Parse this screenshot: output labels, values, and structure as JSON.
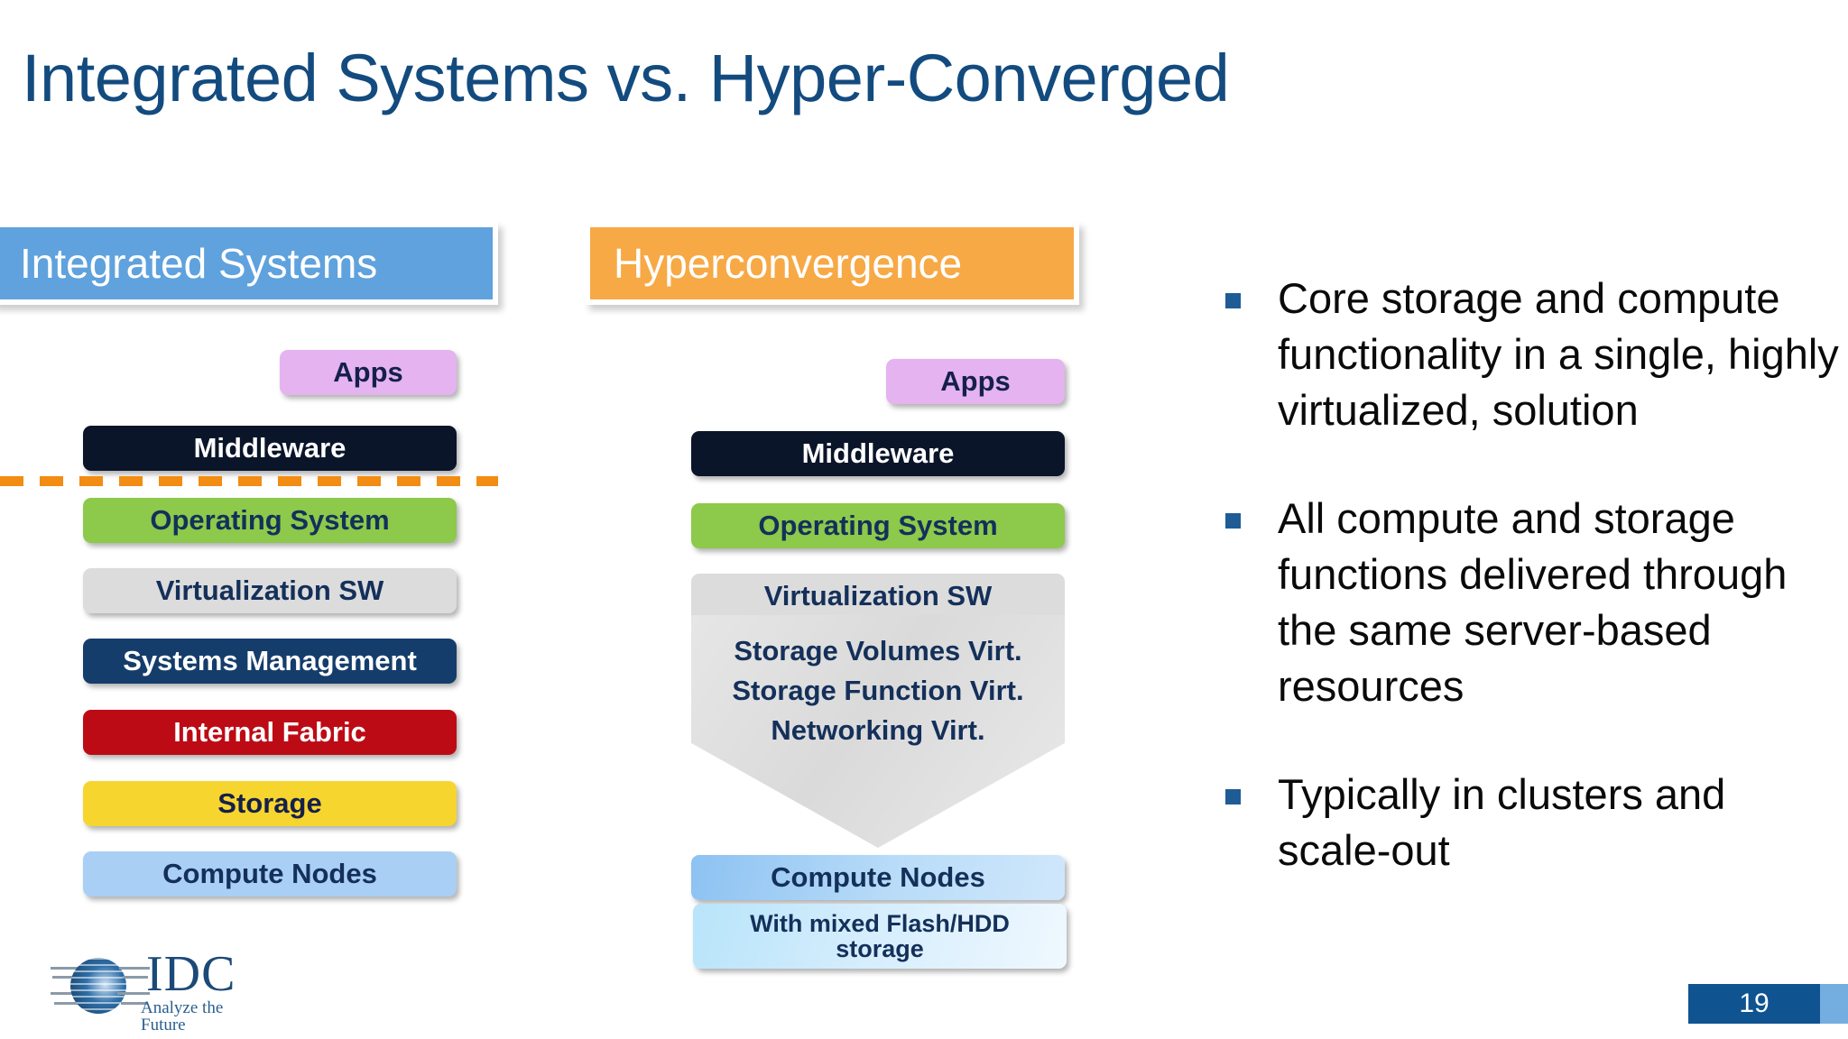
{
  "slide": {
    "title": "Integrated Systems vs. Hyper-Converged",
    "page_number": "19",
    "accent_title_color": "#134b7f",
    "accent_badge_color": "#0f5390"
  },
  "columns": [
    {
      "header": {
        "label": "Integrated Systems",
        "fill_color": "#5fa2dd"
      },
      "divider": {
        "name": "orange-dashed-divider",
        "color": "#f28c12"
      },
      "rows": [
        {
          "label": "Apps",
          "type": "apps",
          "color": "#e4b3f0"
        },
        {
          "label": "Middleware",
          "type": "middle",
          "color": "#0b1529"
        },
        {
          "label": "Operating System",
          "type": "os",
          "color": "#8dc94a"
        },
        {
          "label": "Virtualization SW",
          "type": "virt",
          "color": "#dcdcdc"
        },
        {
          "label": "Systems Management",
          "type": "sysmgmt",
          "color": "#153d6b"
        },
        {
          "label": "Internal Fabric",
          "type": "fabric",
          "color": "#bd0b15"
        },
        {
          "label": "Storage",
          "type": "storage",
          "color": "#f7d52f"
        },
        {
          "label": "Compute Nodes",
          "type": "compute",
          "color": "#a9cff5"
        }
      ]
    },
    {
      "header": {
        "label": "Hyperconvergence",
        "fill_color": "#f7a945"
      },
      "rows": [
        {
          "label": "Apps",
          "type": "apps",
          "color": "#e4b3f0"
        },
        {
          "label": "Middleware",
          "type": "middle",
          "color": "#0b1529"
        },
        {
          "label": "Operating System",
          "type": "os",
          "color": "#8dc94a"
        },
        {
          "label": "Virtualization SW",
          "type": "virt",
          "color": "#dcdcdc"
        },
        {
          "label": "Compute Nodes",
          "type": "compute-grad",
          "color": "#8dc2f2"
        },
        {
          "label": "With mixed Flash/HDD storage",
          "type": "flash",
          "color": "#b8e4fa"
        }
      ],
      "pentagon": {
        "name": "virtualization-functions-arrow",
        "lines": [
          "Storage Volumes Virt.",
          "Storage Function Virt.",
          "Networking Virt."
        ],
        "fill_color": "#dcdcdc"
      }
    }
  ],
  "bullets": [
    "Core storage and compute functionality in a single, highly virtualized, solution",
    "All compute and storage functions delivered through the same server-based resources",
    "Typically in clusters and scale-out"
  ],
  "logo": {
    "wordmark": "IDC",
    "tagline": "Analyze the Future"
  }
}
